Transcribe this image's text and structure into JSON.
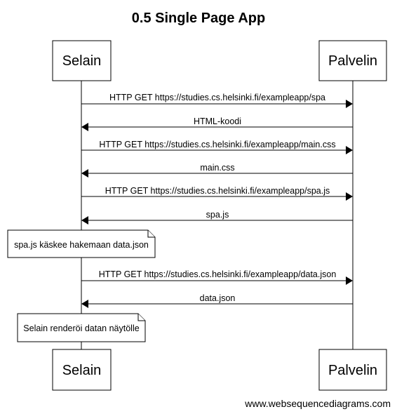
{
  "title": "0.5 Single Page App",
  "actors": {
    "browser": "Selain",
    "server": "Palvelin"
  },
  "messages": [
    {
      "from": "browser",
      "to": "server",
      "label": "HTTP GET https://studies.cs.helsinki.fi/exampleapp/spa"
    },
    {
      "from": "server",
      "to": "browser",
      "label": "HTML-koodi"
    },
    {
      "from": "browser",
      "to": "server",
      "label": "HTTP GET https://studies.cs.helsinki.fi/exampleapp/main.css"
    },
    {
      "from": "server",
      "to": "browser",
      "label": "main.css"
    },
    {
      "from": "browser",
      "to": "server",
      "label": "HTTP GET https://studies.cs.helsinki.fi/exampleapp/spa.js"
    },
    {
      "from": "server",
      "to": "browser",
      "label": "spa.js"
    },
    {
      "from": "browser",
      "to": "server",
      "label": "HTTP GET https://studies.cs.helsinki.fi/exampleapp/data.json"
    },
    {
      "from": "server",
      "to": "browser",
      "label": "data.json"
    }
  ],
  "notes": [
    {
      "over": "browser",
      "label": "spa.js käskee hakemaan data.json"
    },
    {
      "over": "browser",
      "label": "Selain renderöi datan näytölle"
    }
  ],
  "watermark": "www.websequencediagrams.com"
}
